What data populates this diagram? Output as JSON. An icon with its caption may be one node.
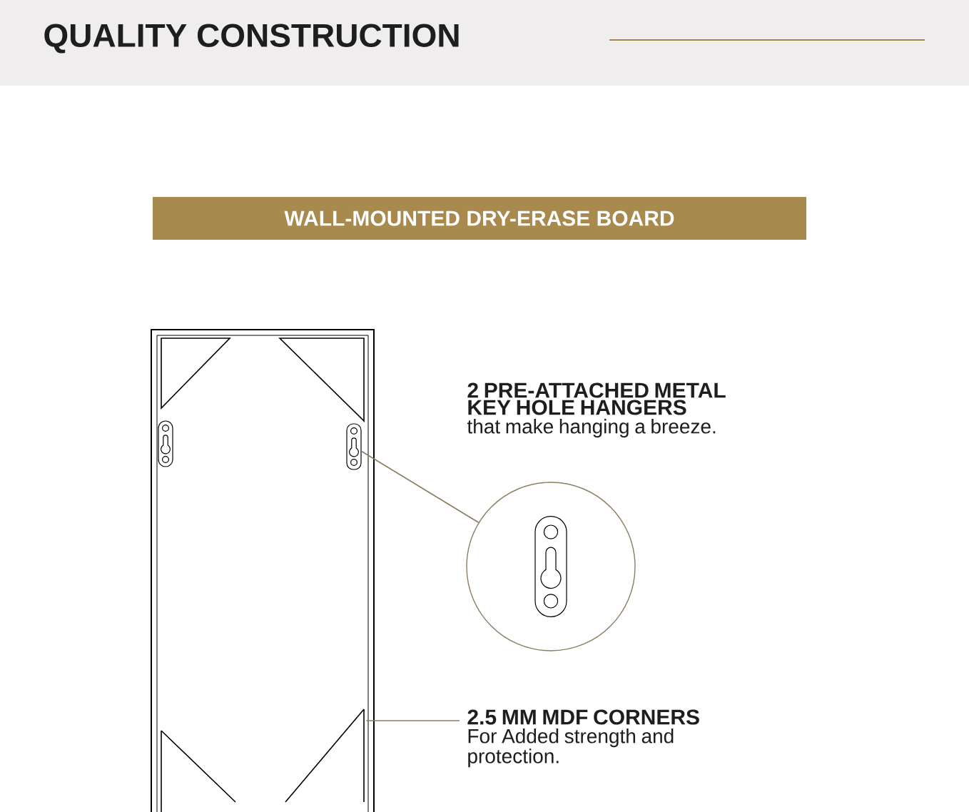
{
  "diagram": {
    "title": "QUALITY CONSTRUCTION",
    "nodes": [
      {
        "text": [
          "WALL-MOUNTED DRY-ERASE BOARD"
        ]
      },
      {
        "text": [],
        "shape": "box"
      },
      {
        "text": [],
        "shape": "circle"
      },
      {
        "text": [
          "2.5 MM MDF CORNERS",
          "For Added strength and protection."
        ]
      },
      {
        "text": [],
        "shape": "triangle"
      }
    ],
    "edges": [
      {
        "from": 1,
        "to": 2,
        "arrow": "none"
      },
      {
        "from": 3,
        "to": 4,
        "arrow": "none"
      }
    ],
    "labels": [
      "2 PRE-ATTACHED METAL KEY HOLE HANGERS",
      "that make hanging a breeze."
    ]
  }
}
